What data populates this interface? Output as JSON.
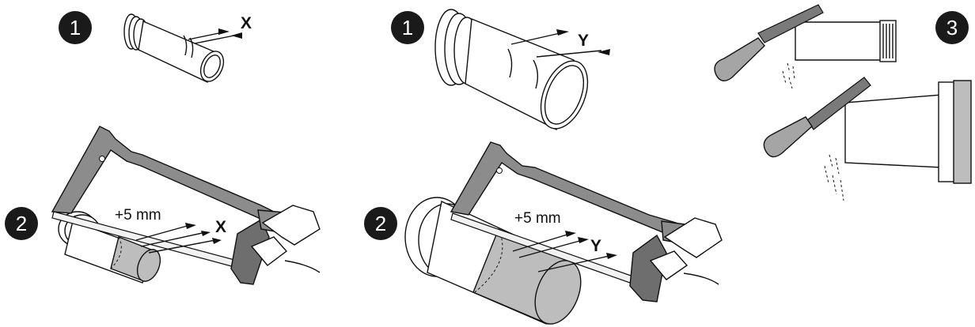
{
  "steps": {
    "step1_left": "1",
    "step1_right": "1",
    "step2_left": "2",
    "step2_right": "2",
    "step3": "3"
  },
  "labels": {
    "mark_x_small": "X",
    "mark_y_large": "Y",
    "mark_x_saw": "X",
    "mark_y_saw": "Y",
    "offset_small": "+5 mm",
    "offset_large": "+5 mm"
  },
  "colors": {
    "badge": "#1a1a1a",
    "saw_frame": "#8c8c8c",
    "cut_pipe_section": "#bdbdbd",
    "tool_handle": "#a5a5a5"
  },
  "icons": [
    "hacksaw-icon",
    "file-tool-icon",
    "hand-icon",
    "pipe-icon"
  ]
}
